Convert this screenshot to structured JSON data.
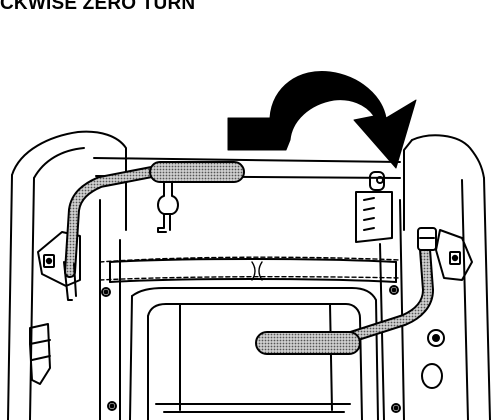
{
  "header": {
    "caption": "CKWISE ZERO TURN"
  },
  "colors": {
    "line": "#000000",
    "paper": "#ffffff",
    "grip_fill": "#b5b5b5",
    "arrow": "#000000"
  },
  "icons": {
    "rotation_arrow": "clockwise-arrow-icon",
    "left_lever": "motion-control-lever-left",
    "right_lever": "motion-control-lever-right"
  }
}
